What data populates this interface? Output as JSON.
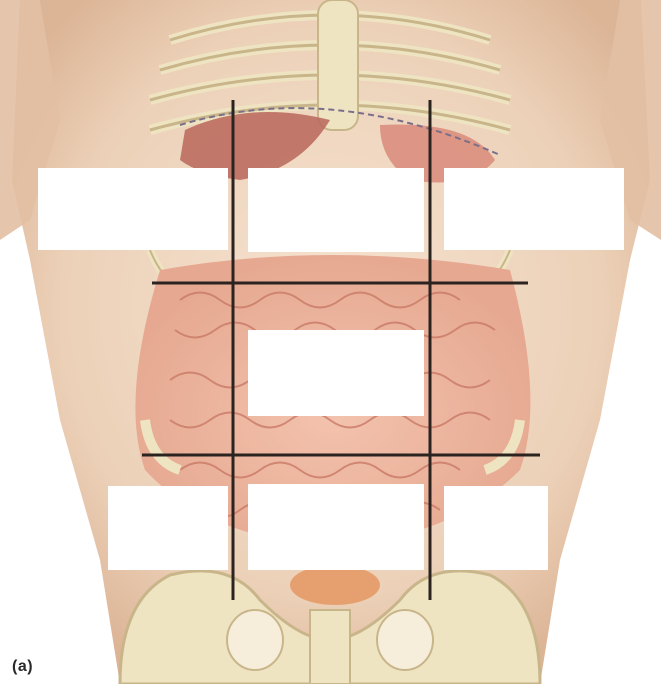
{
  "figure": {
    "panel_label": "(a)"
  },
  "colors": {
    "skin": "#e9c9ae",
    "skin_shadow": "#d8ad8c",
    "bone": "#efe4c2",
    "bone_edge": "#c9b58a",
    "intestine": "#e8a48e",
    "intestine_fold": "#c97a66",
    "liver": "#b8675a",
    "stomach": "#d98a7a",
    "gallbladder": "#6a9a3a",
    "bladder": "#e6a070",
    "grid_line": "#2b2320",
    "diaphragm_dash": "#7a6f8a",
    "label_box": "#ffffff"
  },
  "label_boxes": [
    {
      "id": "left-upper"
    },
    {
      "id": "epigastric"
    },
    {
      "id": "right-upper"
    },
    {
      "id": "umbilical"
    },
    {
      "id": "left-lower"
    },
    {
      "id": "hypogastric"
    },
    {
      "id": "right-lower"
    }
  ]
}
